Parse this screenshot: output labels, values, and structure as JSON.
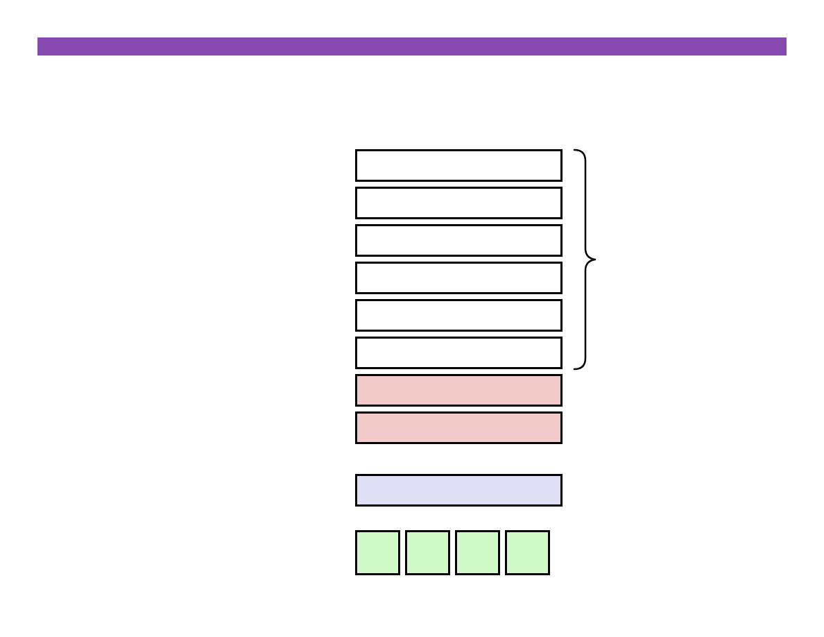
{
  "colors": {
    "top_bar": "#8549b0",
    "plain_box": "#ffffff",
    "highlight_box": "#f2caca",
    "accent_box": "#dfdff5",
    "small_box": "#d0fac8",
    "outline": "#000000"
  },
  "diagram": {
    "stacked_rows": [
      {
        "kind": "plain"
      },
      {
        "kind": "plain"
      },
      {
        "kind": "plain"
      },
      {
        "kind": "plain"
      },
      {
        "kind": "plain"
      },
      {
        "kind": "plain"
      },
      {
        "kind": "highlight"
      },
      {
        "kind": "highlight"
      }
    ],
    "separate_row": {
      "kind": "accent"
    },
    "small_squares": [
      {
        "kind": "small"
      },
      {
        "kind": "small"
      },
      {
        "kind": "small"
      },
      {
        "kind": "small"
      }
    ],
    "brace": {
      "groups_rows": 6,
      "side": "right"
    }
  }
}
